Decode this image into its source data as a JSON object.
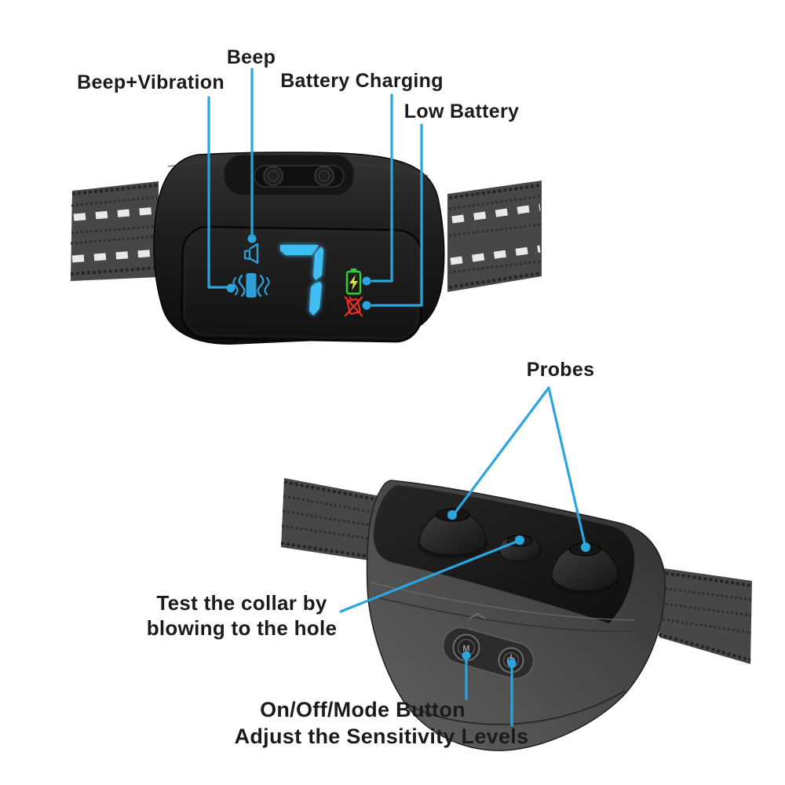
{
  "page": {
    "description": "Anti-bark collar feature callout diagram",
    "background": "#ffffff"
  },
  "colors": {
    "leader_line": "#2aa5de",
    "label_text": "#1b1b1b",
    "display_digit_blue": "#41bdf3",
    "display_icon_blue": "#2d9fd8",
    "battery_charging_green": "#2fd12f",
    "battery_bolt_yellow": "#d8e23a",
    "low_battery_red": "#f03028",
    "strap_gray": "#474747",
    "body_black": "#1a1a1a"
  },
  "top_unit": {
    "name": "Collar display unit front view",
    "display_value": "7",
    "callouts": {
      "beep": "Beep",
      "beep_vibration": "Beep+Vibration",
      "battery_charging": "Battery Charging",
      "low_battery": "Low Battery"
    }
  },
  "bottom_unit": {
    "name": "Collar unit bottom view",
    "callouts": {
      "probes": "Probes",
      "test_hole_line1": "Test the collar by",
      "test_hole_line2": "blowing to the hole",
      "mode_button": "On/Off/Mode Button",
      "sensitivity": "Adjust the Sensitivity Levels"
    },
    "button_marks": {
      "mode": "M"
    }
  }
}
